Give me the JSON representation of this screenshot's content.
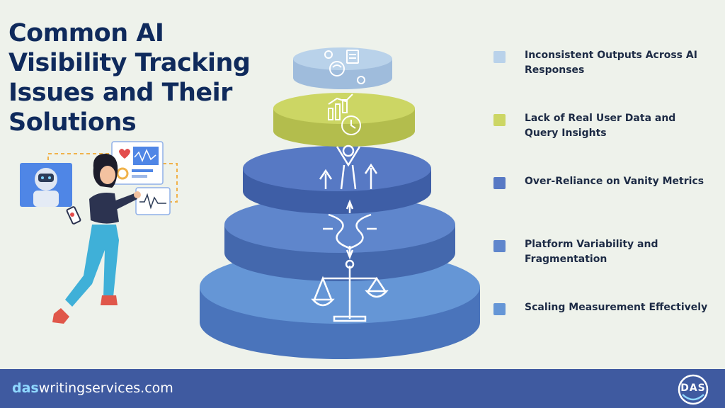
{
  "title": "Common AI Visibility Tracking Issues and Their Solutions",
  "legend": [
    {
      "label": "Inconsistent Outputs Across AI Responses",
      "color": "#b9d2ea"
    },
    {
      "label": "Lack of Real User Data and Query Insights",
      "color": "#ccd664"
    },
    {
      "label": "Over-Reliance on Vanity Metrics",
      "color": "#5779c4"
    },
    {
      "label": "Platform Variability and Fragmentation",
      "color": "#5f86cc"
    },
    {
      "label": "Scaling Measurement Effectively",
      "color": "#6596d6"
    }
  ],
  "layers": [
    {
      "icon": "brain-gears-icon",
      "color": "#b9d2ea"
    },
    {
      "icon": "chart-clock-icon",
      "color": "#ccd664"
    },
    {
      "icon": "person-arrows-up-icon",
      "color": "#5779c4"
    },
    {
      "icon": "crossing-arrows-icon",
      "color": "#5f86cc"
    },
    {
      "icon": "balance-scale-icon",
      "color": "#6596d6"
    }
  ],
  "footer": {
    "site_prefix": "das",
    "site_rest": "writingservices.com",
    "logo_text": "DAS"
  }
}
